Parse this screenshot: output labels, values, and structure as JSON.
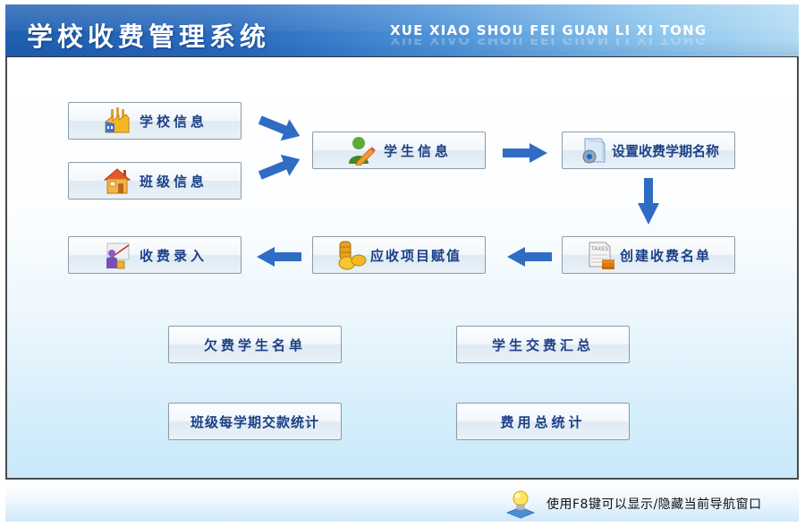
{
  "header": {
    "title": "学校收费管理系统",
    "subtitle": "XUE XIAO SHOU FEI GUAN LI XI TONG"
  },
  "flow": {
    "school_info": {
      "label": "学校信息",
      "icon": "factory-icon"
    },
    "class_info": {
      "label": "班级信息",
      "icon": "house-icon"
    },
    "student_info": {
      "label": "学生信息",
      "icon": "user-edit-icon"
    },
    "set_term": {
      "label": "设置收费学期名称",
      "icon": "settings-document-icon"
    },
    "create_list": {
      "label": "创建收费名单",
      "icon": "tax-sheet-icon"
    },
    "assign_items": {
      "label": "应收项目赋值",
      "icon": "coins-icon"
    },
    "payment_entry": {
      "label": "收费录入",
      "icon": "presenter-chart-icon"
    }
  },
  "reports": {
    "arrears_list": "欠费学生名单",
    "payment_summary": "学生交费汇总",
    "class_term_stats": "班级每学期交款统计",
    "fee_total_stats": "费用总统计"
  },
  "colors": {
    "header_dark": "#1f5fb0",
    "header_light": "#b3dcf4",
    "button_text": "#1c3f86",
    "arrow": "#2f6cc4"
  },
  "statusbar": {
    "tip": "使用F8键可以显示/隐藏当前导航窗口",
    "icon": "lightbulb-icon"
  }
}
